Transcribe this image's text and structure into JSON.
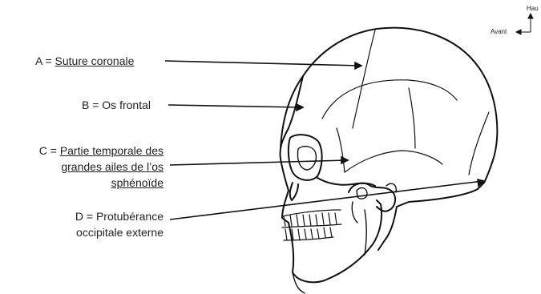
{
  "orientation": {
    "up": "Hau",
    "front": "Avant"
  },
  "labels": {
    "a": {
      "prefix": "A = ",
      "term": "Suture coronale"
    },
    "b": {
      "text": "B = Os frontal"
    },
    "c": {
      "prefix": "C = ",
      "line1": "Partie temporale des",
      "line2": "grandes ailes de l’os",
      "line3": "sphénoïde"
    },
    "d": {
      "line1": "D = Protubérance",
      "line2": "occipitale externe"
    }
  }
}
